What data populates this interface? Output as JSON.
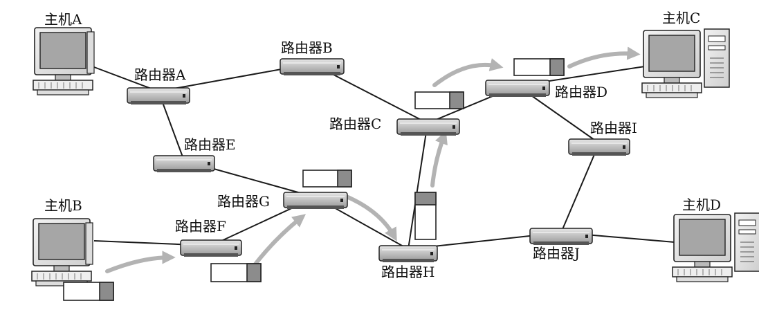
{
  "hosts": [
    {
      "id": "A",
      "label": "主机A",
      "variant": "plain"
    },
    {
      "id": "B",
      "label": "主机B",
      "variant": "plain"
    },
    {
      "id": "C",
      "label": "主机C",
      "variant": "tower"
    },
    {
      "id": "D",
      "label": "主机D",
      "variant": "tower"
    }
  ],
  "routers": [
    {
      "id": "A",
      "label": "路由器A"
    },
    {
      "id": "B",
      "label": "路由器B"
    },
    {
      "id": "C",
      "label": "路由器C"
    },
    {
      "id": "D",
      "label": "路由器D"
    },
    {
      "id": "E",
      "label": "路由器E"
    },
    {
      "id": "F",
      "label": "路由器F"
    },
    {
      "id": "G",
      "label": "路由器G"
    },
    {
      "id": "H",
      "label": "路由器H"
    },
    {
      "id": "I",
      "label": "路由器I"
    },
    {
      "id": "J",
      "label": "路由器J"
    }
  ],
  "links": [
    [
      "host-A",
      "router-A"
    ],
    [
      "router-A",
      "router-B"
    ],
    [
      "router-A",
      "router-E"
    ],
    [
      "router-B",
      "router-C"
    ],
    [
      "router-E",
      "router-G"
    ],
    [
      "host-B",
      "router-F"
    ],
    [
      "router-F",
      "router-G"
    ],
    [
      "router-G",
      "router-H"
    ],
    [
      "router-H",
      "router-C"
    ],
    [
      "router-C",
      "router-D"
    ],
    [
      "router-D",
      "host-C"
    ],
    [
      "router-D",
      "router-I"
    ],
    [
      "router-I",
      "router-J"
    ],
    [
      "router-H",
      "router-J"
    ],
    [
      "router-J",
      "host-D"
    ]
  ],
  "packet_path": [
    "host-B",
    "router-F",
    "router-G",
    "router-H",
    "router-C",
    "router-D",
    "host-C"
  ],
  "colors": {
    "link": "#1a1a1a",
    "arrow": "#b3b3b3",
    "router_body": "#c8c8c8",
    "packet_header": "#8c8c8c",
    "screen": "#a6a6a6"
  },
  "icons": {
    "router": "router-icon",
    "host": "computer-icon",
    "packet": "packet-icon",
    "arrow": "curved-arrow-icon"
  }
}
